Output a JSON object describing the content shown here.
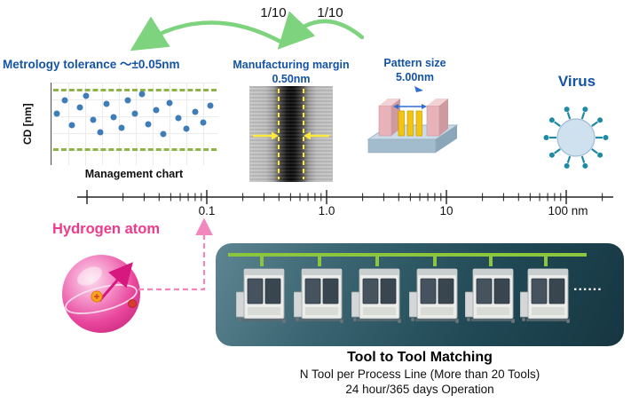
{
  "scale_arrows": {
    "label_left": "1/10",
    "label_right": "1/10"
  },
  "metrology": {
    "title": "Metrology tolerance 〜±0.05nm",
    "y_axis_label": "CD [nm]",
    "chart_caption": "Management chart",
    "points": [
      [
        3,
        38
      ],
      [
        8,
        22
      ],
      [
        12,
        52
      ],
      [
        17,
        30
      ],
      [
        21,
        16
      ],
      [
        25,
        45
      ],
      [
        29,
        60
      ],
      [
        33,
        26
      ],
      [
        37,
        42
      ],
      [
        42,
        55
      ],
      [
        46,
        22
      ],
      [
        50,
        38
      ],
      [
        54,
        14
      ],
      [
        58,
        50
      ],
      [
        63,
        33
      ],
      [
        67,
        62
      ],
      [
        71,
        25
      ],
      [
        76,
        43
      ],
      [
        81,
        56
      ],
      [
        86,
        35
      ],
      [
        91,
        48
      ],
      [
        95,
        28
      ]
    ]
  },
  "manufacturing": {
    "title": "Manufacturing margin",
    "value": "0.50nm"
  },
  "pattern": {
    "title": "Pattern size",
    "value": "5.00nm"
  },
  "virus": {
    "label": "Virus"
  },
  "axis": {
    "tick_labels": [
      "0.1",
      "1.0",
      "10",
      "100 nm"
    ]
  },
  "hydrogen": {
    "label": "Hydrogen atom"
  },
  "tool_panel": {
    "ellipsis": "......",
    "tool_count": 6
  },
  "caption": {
    "title": "Tool to Tool Matching",
    "line1": "N Tool per Process Line (More than 20 Tools)",
    "line2": "24 hour/365 days Operation"
  },
  "colors": {
    "heading_blue": "#1553A4",
    "pink": "#EE3A8C",
    "green_arrow": "#7ED37E",
    "chart_dash_green": "#8DB34A",
    "dot_blue": "#3F7DB6",
    "bus_green": "#8CC63E",
    "sem_yellow": "#FFE93C",
    "panel_teal": "#204955"
  }
}
